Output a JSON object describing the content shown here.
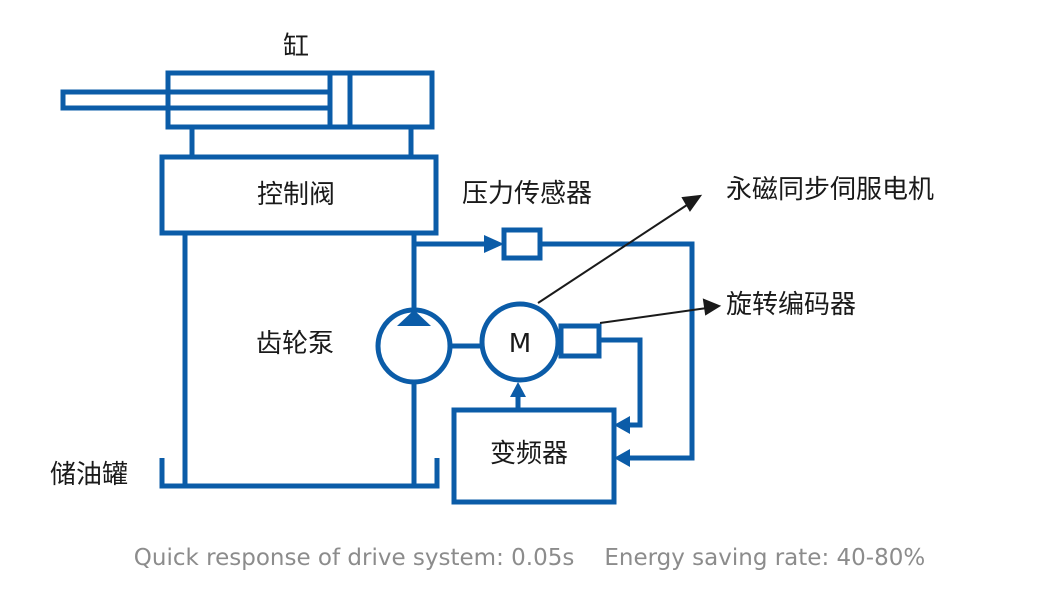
{
  "colors": {
    "line": "#0b5ca8",
    "arrow": "#1a1a1a",
    "caption": "#8c8c8c"
  },
  "labels": {
    "cylinder": "缸",
    "control_valve": "控制阀",
    "pressure_sensor": "压力传感器",
    "pm_servo_motor": "永磁同步伺服电机",
    "gear_pump": "齿轮泵",
    "rotary_encoder": "旋转编码器",
    "motor_symbol": "M",
    "inverter": "变频器",
    "oil_tank": "储油罐"
  },
  "caption": {
    "response": "Quick response of drive system: 0.05s",
    "energy": "Energy saving rate: 40-80%"
  }
}
